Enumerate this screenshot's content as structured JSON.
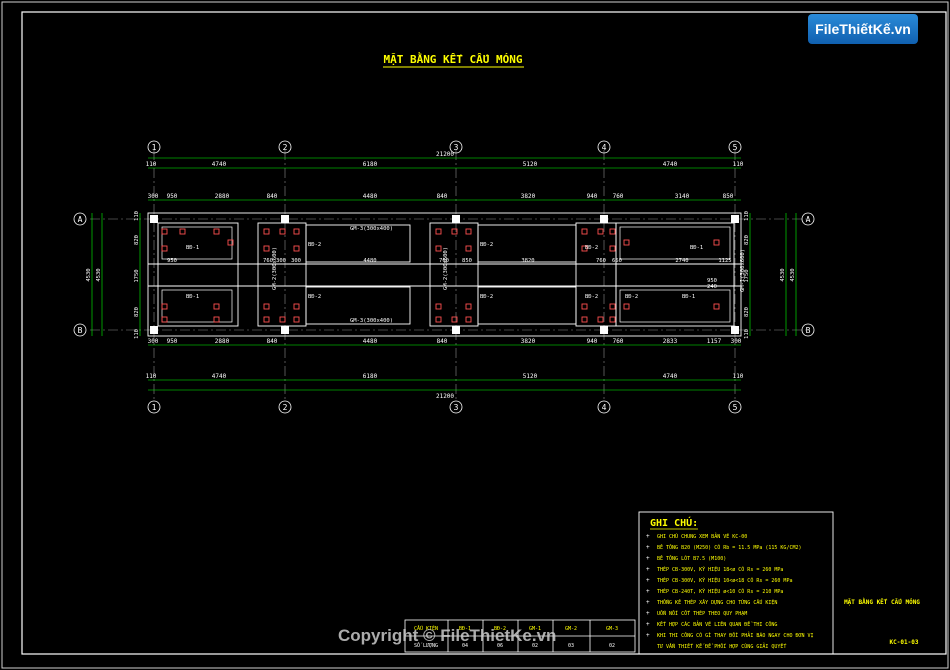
{
  "logo": {
    "text": "FileThiếtKế.vn"
  },
  "title": "MẶT BẰNG KẾT CẤU MÓNG",
  "grid_axes": {
    "vertical": [
      "1",
      "2",
      "3",
      "4",
      "5"
    ],
    "horizontal": [
      "A",
      "B"
    ]
  },
  "dimensions": {
    "overall": "21200",
    "spans": [
      "4740",
      "6180",
      "5120",
      "4740"
    ],
    "edge": "110",
    "top_detail": [
      "300",
      "950",
      "2880",
      "840",
      "4480",
      "840",
      "3820",
      "940",
      "760",
      "3140",
      "850"
    ],
    "bottom_detail": [
      "300",
      "950",
      "2880",
      "840",
      "4480",
      "840",
      "3820",
      "940",
      "760",
      "2833",
      "1157",
      "300"
    ],
    "middle_detail": [
      "950",
      "760",
      "300",
      "300",
      "4480",
      "760",
      "850",
      "3820",
      "760",
      "650",
      "2740",
      "1125"
    ],
    "left_side": [
      "110",
      "820",
      "1750",
      "820",
      "110"
    ],
    "left_total": [
      "4530",
      "4530"
    ],
    "right_side": [
      "110",
      "820",
      "1750",
      "820",
      "110"
    ],
    "right_total": [
      "4530",
      "4530"
    ],
    "inner_small": [
      "950",
      "240"
    ]
  },
  "labels": {
    "beams_top": [
      "GM-3(300x400)"
    ],
    "beams_bottom": [
      "GM-3(300x400)"
    ],
    "vertical_beams": [
      "GM-2(300x600)",
      "GM-2(300x600)",
      "GM-1(300x600)"
    ],
    "footings": [
      "BĐ-1",
      "BĐ-1",
      "BĐ-2",
      "BĐ-2",
      "BĐ-2",
      "BĐ-2",
      "BĐ-2",
      "BĐ-2",
      "BĐ-2",
      "BĐ-1",
      "BĐ-1"
    ]
  },
  "notes": {
    "heading": "GHI CHÚ:",
    "items": [
      "GHI CHÚ CHUNG XEM BẢN VẼ KC-00",
      "BÊ TÔNG B20 (M250) CÓ Rb = 11.5 MPa (115 KG/CM2)",
      "BÊ TÔNG LÓT B7.5 (M100)",
      "THÉP CB-300V, KÝ HIỆU 18<ø CÓ Rs = 260 MPa",
      "THÉP CB-300V, KÝ HIỆU 10<ø<18 CÓ Rs = 260 MPa",
      "THÉP CB-240T, KÝ HIỆU ø<10 CÓ Rs = 210 MPa",
      "THỐNG KÊ THÉP XÂY DỰNG CHO TỪNG CẤU KIỆN",
      "UỐN NỐI CỐT THÉP THEO QUY PHẠM",
      "KẾT HỢP CÁC BẢN VẼ LIÊN QUAN ĐỂ THI CÔNG",
      "KHI THI CÔNG CÓ GÌ THAY ĐỔI PHẢI BÁO NGAY CHO ĐƠN VỊ",
      "TƯ VẤN THIẾT KẾ ĐỂ PHỐI HỢP CÙNG GIẢI QUYẾT"
    ]
  },
  "title_block": {
    "sheet_title": "MẶT BẰNG KẾT CẤU MÓNG",
    "sheet_no": "KC-01-03",
    "table_headers": [
      "CẤU KIỆN",
      "BĐ-1",
      "BĐ-2",
      "GM-1",
      "GM-2",
      "GM-3"
    ],
    "table_values": [
      "SỐ LƯỢNG",
      "04",
      "06",
      "02",
      "03",
      "02"
    ]
  },
  "copyright": "Copyright © FileThietKe.vn",
  "colors": {
    "background": "#000000",
    "frame": "#ffffff",
    "grid_line": "#a0a0a0",
    "dimension": "#00ff00",
    "title": "#ffff00",
    "outline": "#ffffff",
    "column": "#ff4040",
    "cyan": "#00ffff"
  }
}
